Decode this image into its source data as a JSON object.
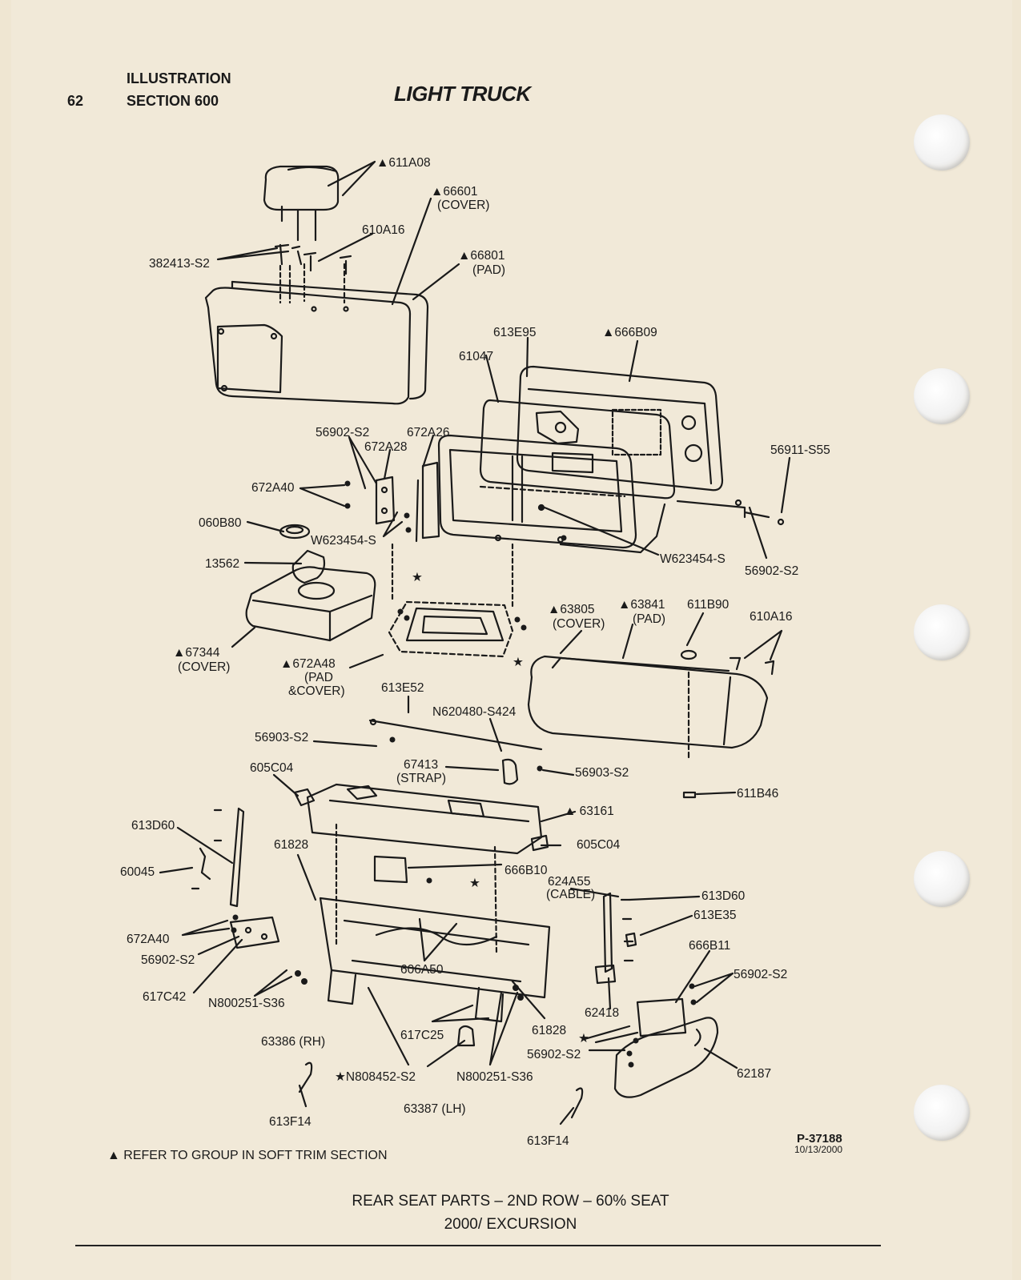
{
  "header": {
    "page_number": "62",
    "line1": "ILLUSTRATION",
    "line2": "SECTION 600",
    "title": "LIGHT TRUCK"
  },
  "labels": {
    "headrest": "611A08",
    "back_cover_num": "66601",
    "back_cover_sub": "(COVER)",
    "guide": "610A16",
    "back_pad_num": "66801",
    "back_pad_sub": "(PAD)",
    "screw_left": "382413-S2",
    "panel1": "613E95",
    "panel2": "666B09",
    "frame_back": "61047",
    "bolt_a": "56902-S2",
    "hinge1": "672A26",
    "hinge2": "672A28",
    "bolt_right": "56911-S55",
    "spring": "672A40",
    "cup": "060B80",
    "screw_w1": "W623454-S",
    "screw_w2": "W623454-S",
    "bolt_b": "56902-S2",
    "armrest_ins": "13562",
    "seat_cover_num": "63805",
    "seat_cover_sub": "(COVER)",
    "seat_pad_num": "63841",
    "seat_pad_sub": "(PAD)",
    "bushing": "611B90",
    "guide2": "610A16",
    "arm_cover_num": "67344",
    "arm_cover_sub": "(COVER)",
    "arm_pad_num": "672A48",
    "arm_pad_sub1": "(PAD",
    "arm_pad_sub2": "&COVER)",
    "rod": "613E52",
    "nut": "N620480-S424",
    "clip1": "56903-S2",
    "strap_num": "67413",
    "strap_sub": "(STRAP)",
    "clip2": "56903-S2",
    "bracket1": "605C04",
    "bushing2": "611B46",
    "pivot_l": "613D60",
    "frame_cush": "63161",
    "bracket2": "605C04",
    "rail": "61828",
    "lever": "60045",
    "panel3": "666B10",
    "cable_num": "624A55",
    "cable_sub": "(CABLE)",
    "pivot_r": "613D60",
    "spring2": "613E35",
    "spring3": "672A40",
    "bolt_c": "56902-S2",
    "cover_br": "666B11",
    "bolt_d": "56902-S2",
    "handle": "617C42",
    "nut2": "N800251-S36",
    "track": "606A50",
    "latch": "62418",
    "rail2": "61828",
    "pivot_rh": "63386 (RH)",
    "handle2": "617C25",
    "bolt_e": "56902-S2",
    "shield": "62187",
    "bolt_star": "N808452-S2",
    "nut3": "N800251-S36",
    "pivot_lh": "63387 (LH)",
    "hook_l": "613F14",
    "hook_r": "613F14"
  },
  "figure_number": "P-37188",
  "figure_date": "10/13/2000",
  "footnote": "REFER TO GROUP IN SOFT TRIM SECTION",
  "caption_line1": "REAR SEAT PARTS – 2ND ROW – 60% SEAT",
  "caption_line2": "2000/ EXCURSION",
  "colors": {
    "paper": "#f1e9d8",
    "ink": "#1a1a1a"
  }
}
